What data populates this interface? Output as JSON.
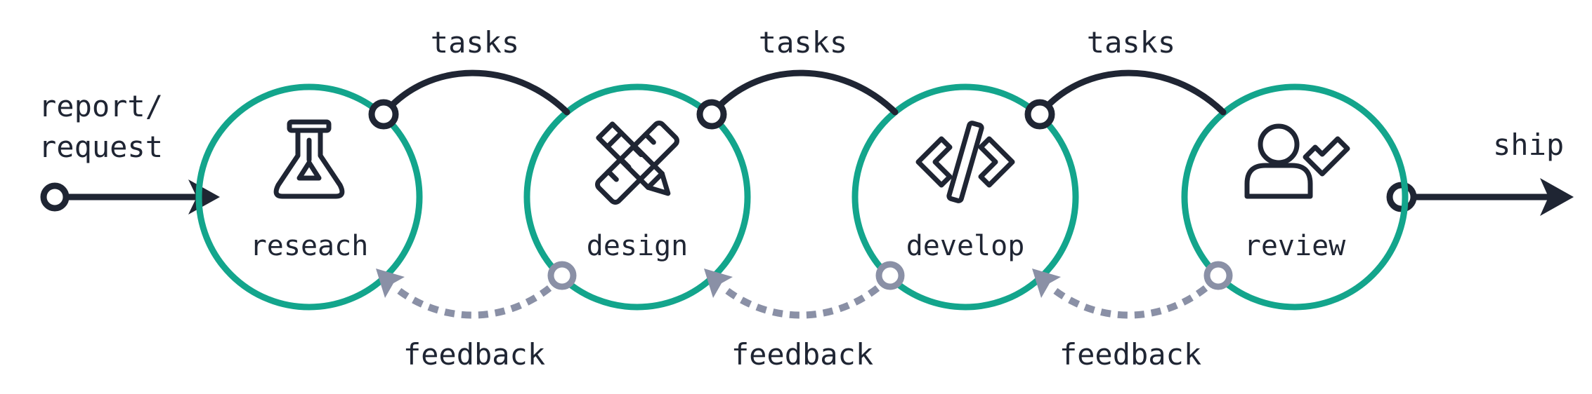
{
  "input_label": [
    "report/",
    "request"
  ],
  "output_label": "ship",
  "stages": [
    {
      "label": "reseach",
      "icon": "flask-icon"
    },
    {
      "label": "design",
      "icon": "pencil-ruler-icon"
    },
    {
      "label": "develop",
      "icon": "code-icon"
    },
    {
      "label": "review",
      "icon": "user-check-icon"
    }
  ],
  "forward_label": "tasks",
  "feedback_label": "feedback",
  "colors": {
    "ring": "#13a58c",
    "dark": "#1f2533",
    "feedback": "#8a90a6",
    "background": "#ffffff"
  }
}
